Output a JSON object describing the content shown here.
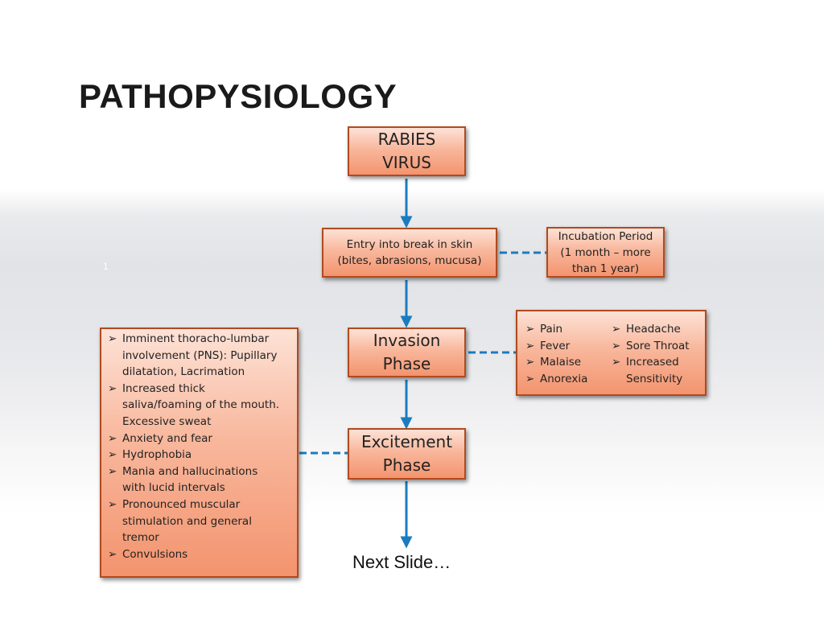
{
  "slide_title": "PATHOPYSIOLOGY",
  "slide_marker": "1",
  "virus_box": {
    "line1": "RABIES",
    "line2": "VIRUS"
  },
  "entry_box": {
    "line1": "Entry into break in skin",
    "line2": "(bites, abrasions, mucusa)"
  },
  "incubation_box": {
    "line1": "Incubation Period",
    "line2": "(1 month – more",
    "line3": "than 1 year)"
  },
  "invasion_box": {
    "line1": "Invasion",
    "line2": "Phase"
  },
  "excitement_box": {
    "line1": "Excitement",
    "line2": "Phase"
  },
  "bullet_marker": "➢",
  "invasion_signs": {
    "column1": [
      "Pain",
      "Fever",
      "Malaise",
      "Anorexia"
    ],
    "column2_items": [
      "Headache",
      "Sore Throat",
      "Increased"
    ],
    "column2_continuation": "Sensitivity"
  },
  "excitement_signs": [
    {
      "lines": [
        "Imminent thoracho-lumbar",
        "involvement (PNS): Pupillary",
        "dilatation, Lacrimation"
      ]
    },
    {
      "lines": [
        "Increased thick",
        "saliva/foaming of the mouth.",
        "Excessive sweat"
      ]
    },
    {
      "lines": [
        "Anxiety and fear"
      ]
    },
    {
      "lines": [
        "Hydrophobia"
      ]
    },
    {
      "lines": [
        "Mania and hallucinations",
        "with lucid intervals"
      ]
    },
    {
      "lines": [
        "Pronounced muscular",
        "stimulation and general",
        "tremor"
      ]
    },
    {
      "lines": [
        "Convulsions"
      ]
    }
  ],
  "next_label": "Next Slide…",
  "colors": {
    "box_border": "#b04a1f",
    "box_fill_top": "#fde2d6",
    "box_fill_bottom": "#f3946e",
    "arrow": "#1a7cc0"
  }
}
